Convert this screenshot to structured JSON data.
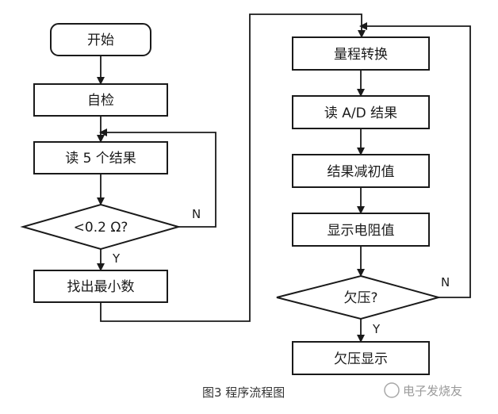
{
  "nodes": {
    "start": "开始",
    "selftest": "自检",
    "read5": "读 5 个结果",
    "cond_low": "<0.2 Ω?",
    "findmin": "找出最小数",
    "range": "量程转换",
    "readad": "读 A/D 结果",
    "subtract": "结果减初值",
    "display": "显示电阻值",
    "cond_under": "欠压?",
    "underdisp": "欠压显示"
  },
  "edge_labels": {
    "cond_low_no": "N",
    "cond_low_yes": "Y",
    "cond_under_no": "N",
    "cond_under_yes": "Y"
  },
  "caption": "图3   程序流程图",
  "watermark": "电子发烧友"
}
